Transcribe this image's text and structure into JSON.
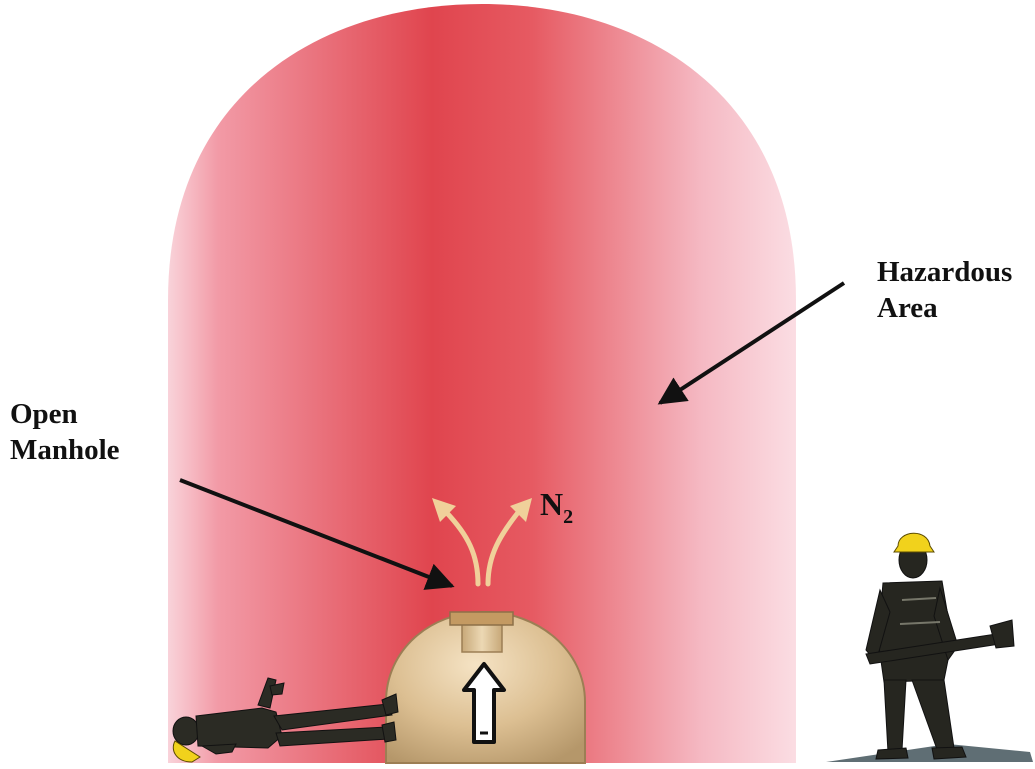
{
  "labels": {
    "hazardous_area": [
      "Hazardous",
      "Area"
    ],
    "open_manhole": [
      "Open",
      "Manhole"
    ],
    "gas": {
      "symbol": "N",
      "subscript": "2"
    }
  },
  "colors": {
    "hazard_core": "#e0464e",
    "hazard_edge": "#f8d0d8",
    "vessel": "#d9bb8e",
    "vessel_shadow": "#a88a60",
    "gas_arrows": "#f0d09a",
    "figure": "#2a2a22",
    "helmet": "#f1d21c",
    "pointer_arrows": "#111111"
  },
  "icons": {
    "hazard_zone": "hazard-zone-dome",
    "vessel": "vessel-dome-icon",
    "up_arrow": "up-arrow-icon",
    "gas_flow": "gas-flow-arrows-icon",
    "fallen_worker": "fallen-worker-icon",
    "standing_worker": "standing-worker-icon"
  }
}
